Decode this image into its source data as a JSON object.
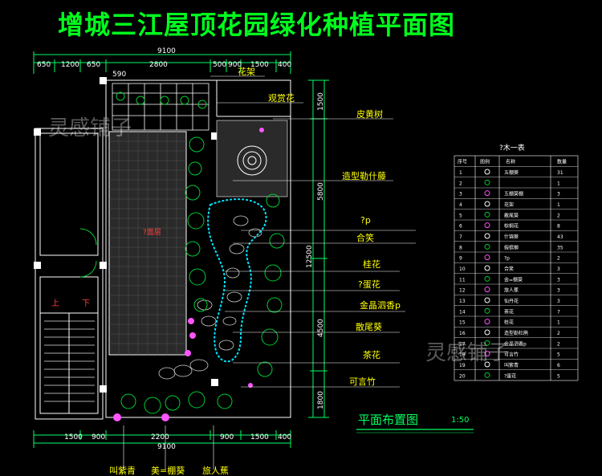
{
  "title": "增城三江屋顶花园绿化种植平面图",
  "subtitle": "平面布置图",
  "scale": "1:50",
  "watermark": "灵感铺子",
  "top_dims": {
    "total": "9100",
    "segments": [
      "650",
      "1200",
      "650",
      "2800",
      "500",
      "900",
      "1500",
      "400"
    ]
  },
  "bottom_dims": {
    "total": "9100",
    "segments": [
      "1500",
      "900",
      "2200",
      "900",
      "1500",
      "400"
    ]
  },
  "right_dims": {
    "total": "12500",
    "segments": [
      "1500",
      "5800",
      "4500",
      "1800"
    ]
  },
  "left_labels": {
    "up": "上",
    "down": "下"
  },
  "plan_labels": {
    "pergola": "花架",
    "center_paving": "?面层",
    "small_marker": "590"
  },
  "callouts": [
    "花架",
    "观赏花",
    "皮黄树",
    "造型勒什藤",
    "?p",
    "合笑",
    "桂花",
    "?蛋花",
    "金晶泗香p",
    "散尾葵",
    "茶花",
    "可言竹"
  ],
  "bottom_callouts": [
    "叫紫青",
    "美=棚葵",
    "旅人蕉"
  ],
  "legend": {
    "title": "?木一表",
    "headers": [
      "序号",
      "图例",
      "名称",
      "数量"
    ],
    "rows": [
      {
        "no": "1",
        "name": "五棚葵",
        "qty": "31"
      },
      {
        "no": "2",
        "name": "",
        "qty": "1"
      },
      {
        "no": "3",
        "name": "五棚葵棚",
        "qty": "3"
      },
      {
        "no": "4",
        "name": "花架",
        "qty": "1"
      },
      {
        "no": "5",
        "name": "散尾葵",
        "qty": "2"
      },
      {
        "no": "6",
        "name": "棕桐花",
        "qty": "8"
      },
      {
        "no": "7",
        "name": "什锦葵",
        "qty": "43"
      },
      {
        "no": "8",
        "name": "假槟榔",
        "qty": "35"
      },
      {
        "no": "9",
        "name": "?p",
        "qty": "2"
      },
      {
        "no": "10",
        "name": "合笑",
        "qty": "3"
      },
      {
        "no": "11",
        "name": "金=棚葵",
        "qty": "3"
      },
      {
        "no": "12",
        "name": "旅人蕉",
        "qty": "3"
      },
      {
        "no": "13",
        "name": "仙丹花",
        "qty": "3"
      },
      {
        "no": "14",
        "name": "茶花",
        "qty": "7"
      },
      {
        "no": "15",
        "name": "桂花",
        "qty": "1"
      },
      {
        "no": "16",
        "name": "造型勒杜鹃",
        "qty": "2"
      },
      {
        "no": "17",
        "name": "金晶泗香p",
        "qty": "2"
      },
      {
        "no": "18",
        "name": "可言竹",
        "qty": "5"
      },
      {
        "no": "19",
        "name": "叫紫青",
        "qty": "6"
      },
      {
        "no": "20",
        "name": "?蛋花",
        "qty": "5"
      }
    ]
  },
  "colors": {
    "title": "#00ff1e",
    "dim_line": "#00ff66",
    "callout": "#ffff00",
    "plan_outline": "#ffffff",
    "water_edge": "#00e5ff",
    "plants": "#00cc33",
    "flowers": "#ff55ff"
  }
}
